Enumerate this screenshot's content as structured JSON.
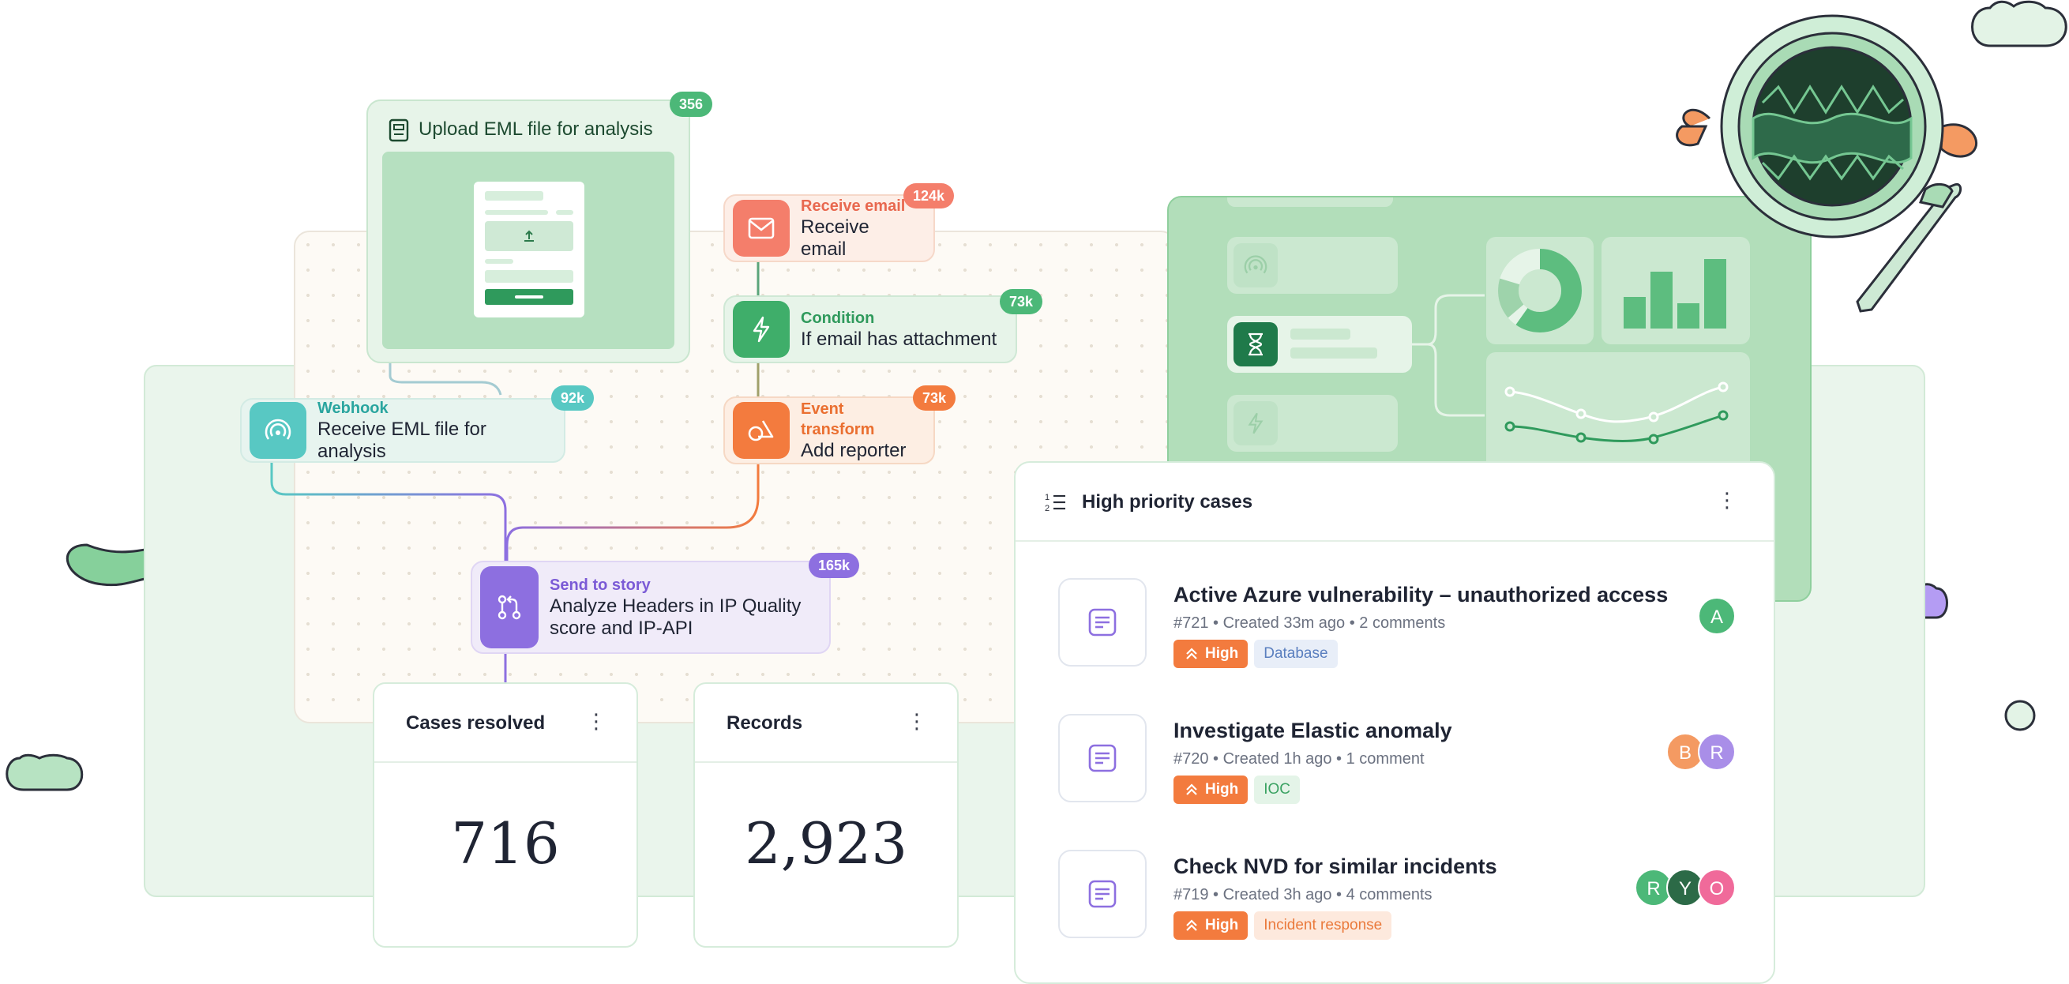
{
  "colors": {
    "brand_green": "#3fae6a",
    "orange": "#f37b3e",
    "coral": "#f47e6b",
    "purple": "#8d6fe0",
    "teal": "#58c8c3",
    "light_green": "#b2deba"
  },
  "upload": {
    "title": "Upload EML file for analysis",
    "count": "356",
    "icon": "file-icon"
  },
  "flow": {
    "webhook": {
      "kind": "Webhook",
      "desc": "Receive EML file for analysis",
      "count": "92k",
      "icon": "broadcast-icon"
    },
    "receive_email": {
      "kind": "Receive email",
      "desc": "Receive email",
      "count": "124k",
      "icon": "mail-icon"
    },
    "condition": {
      "kind": "Condition",
      "desc": "If email has attachment",
      "count": "73k",
      "icon": "lightning-icon"
    },
    "event_transform": {
      "kind": "Event transform",
      "desc": "Add reporter",
      "count": "73k",
      "icon": "shapes-icon"
    },
    "send_to_story": {
      "kind": "Send to story",
      "desc_line1": "Analyze Headers in IP Quality",
      "desc_line2": "score and IP-API",
      "count": "165k",
      "icon": "git-merge-icon"
    }
  },
  "stats": [
    {
      "label": "Cases resolved",
      "value": "716"
    },
    {
      "label": "Records",
      "value": "2,923"
    }
  ],
  "cases": {
    "title": "High priority cases",
    "items": [
      {
        "title": "Active Azure vulnerability – unauthorized access",
        "meta": "#721 • Created 33m ago • 2 comments",
        "priority": "High",
        "tag": "Database",
        "tag_bg": "#e8eef8",
        "tag_fg": "#5a7fbf",
        "avatars": [
          {
            "letter": "A",
            "color": "#4cb878"
          }
        ]
      },
      {
        "title": "Investigate Elastic anomaly",
        "meta": "#720 • Created 1h ago • 1 comment",
        "priority": "High",
        "tag": "IOC",
        "tag_bg": "#e4f4e8",
        "tag_fg": "#3aa262",
        "avatars": [
          {
            "letter": "B",
            "color": "#f49a62"
          },
          {
            "letter": "R",
            "color": "#a98ee8"
          }
        ]
      },
      {
        "title": "Check NVD for similar incidents",
        "meta": "#719 • Created 3h ago • 4 comments",
        "priority": "High",
        "tag": "Incident response",
        "tag_bg": "#fde9dd",
        "tag_fg": "#ea7a3c",
        "avatars": [
          {
            "letter": "R",
            "color": "#4cb878"
          },
          {
            "letter": "Y",
            "color": "#2c6a47"
          },
          {
            "letter": "O",
            "color": "#f06a9a"
          }
        ]
      }
    ]
  }
}
